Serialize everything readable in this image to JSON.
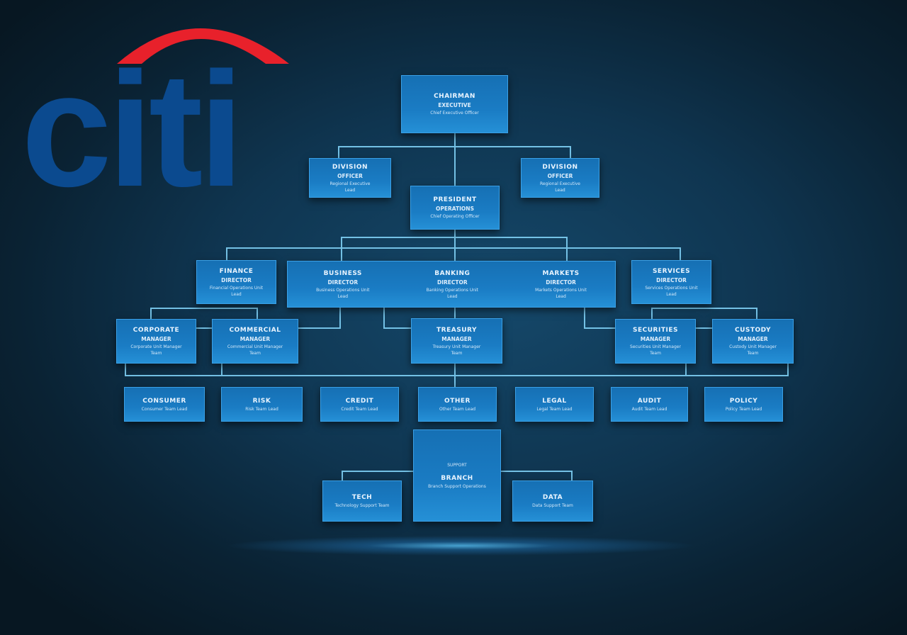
{
  "logo": {
    "text": "citi",
    "arc_color": "#e8212b",
    "letter_color": "#0b4a8f"
  },
  "colors": {
    "background": "#0f3550",
    "box": "#1a7cc4",
    "connector": "#7fd0f5"
  },
  "chart": {
    "root": {
      "title": "CHAIRMAN",
      "subtitle": "EXECUTIVE",
      "desc": "Chief Executive Officer"
    },
    "level1_left": {
      "title": "DIVISION",
      "subtitle": "OFFICER",
      "desc": "Regional Executive",
      "desc2": "Lead"
    },
    "level1_right": {
      "title": "DIVISION",
      "subtitle": "OFFICER",
      "desc": "Regional Executive",
      "desc2": "Lead"
    },
    "level1_center": {
      "title": "PRESIDENT",
      "subtitle": "OPERATIONS",
      "desc": "Chief Operating Officer"
    },
    "level2": [
      {
        "title": "FINANCE",
        "subtitle": "DIRECTOR",
        "desc": "Financial Operations Unit",
        "desc2": "Lead"
      },
      {
        "title": "BUSINESS",
        "subtitle": "DIRECTOR",
        "desc": "Business Operations Unit",
        "desc2": "Lead"
      },
      {
        "title": "BANKING",
        "subtitle": "DIRECTOR",
        "desc": "Banking Operations Unit",
        "desc2": "Lead"
      },
      {
        "title": "MARKETS",
        "subtitle": "DIRECTOR",
        "desc": "Markets Operations Unit",
        "desc2": "Lead"
      },
      {
        "title": "SERVICES",
        "subtitle": "DIRECTOR",
        "desc": "Services Operations Unit",
        "desc2": "Lead"
      }
    ],
    "level3": [
      {
        "title": "CORPORATE",
        "subtitle": "MANAGER",
        "desc": "Corporate Unit Manager",
        "desc2": "Team"
      },
      {
        "title": "COMMERCIAL",
        "subtitle": "MANAGER",
        "desc": "Commercial Unit Manager",
        "desc2": "Team"
      },
      {
        "title": "TREASURY",
        "subtitle": "MANAGER",
        "desc": "Treasury Unit Manager",
        "desc2": "Team"
      },
      {
        "title": "SECURITIES",
        "subtitle": "MANAGER",
        "desc": "Securities Unit Manager",
        "desc2": "Team"
      },
      {
        "title": "CUSTODY",
        "subtitle": "MANAGER",
        "desc": "Custody Unit Manager",
        "desc2": "Team"
      }
    ],
    "level4": [
      {
        "title": "CONSUMER",
        "desc": "Consumer Team Lead"
      },
      {
        "title": "RISK",
        "desc": "Risk Team Lead"
      },
      {
        "title": "CREDIT",
        "desc": "Credit Team Lead"
      },
      {
        "title": "OTHER",
        "desc": "Other Team Lead"
      },
      {
        "title": "LEGAL",
        "desc": "Legal Team Lead"
      },
      {
        "title": "AUDIT",
        "desc": "Audit Team Lead"
      },
      {
        "title": "POLICY",
        "desc": "Policy Team Lead"
      }
    ],
    "level5_center": {
      "pre": "SUPPORT",
      "title": "BRANCH",
      "desc": "Branch Support Operations"
    },
    "level5_left": {
      "title": "TECH",
      "desc": "Technology Support Team"
    },
    "level5_right": {
      "title": "DATA",
      "desc": "Data Support Team"
    }
  }
}
